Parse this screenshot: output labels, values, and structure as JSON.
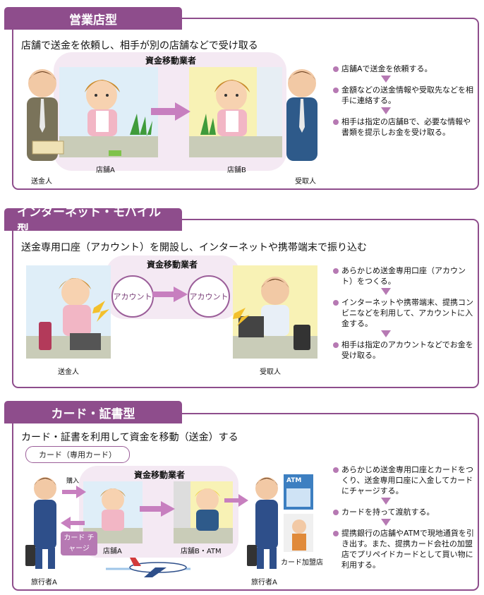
{
  "colors": {
    "accent": "#8e4d8c",
    "hub": "#f4e9f3",
    "bullet": "#b679b3"
  },
  "sections": [
    {
      "title": "営業店型",
      "subtitle": "店舗で送金を依頼し、相手が別の店舗などで受け取る",
      "hub_label": "資金移動業者",
      "labels": {
        "sender": "送金人",
        "store_a": "店舗A",
        "store_b": "店舗B",
        "receiver": "受取人"
      },
      "steps": [
        "店舗Aで送金を依頼する。",
        "金額などの送金情報や受取先などを相手に連絡する。",
        "相手は指定の店舗Bで、必要な情報や書類を提示しお金を受け取る。"
      ]
    },
    {
      "title": "インターネット・モバイル型",
      "subtitle": "送金専用口座（アカウント）を開設し、インターネットや携帯端末で振り込む",
      "hub_label": "資金移動業者",
      "labels": {
        "sender": "送金人",
        "account_1": "アカウント",
        "account_2": "アカウント",
        "receiver": "受取人"
      },
      "steps": [
        "あらかじめ送金専用口座（アカウント）をつくる。",
        "インターネットや携帯端末、提携コンビニなどを利用して、アカウントに入金する。",
        "相手は指定のアカウントなどでお金を受け取る。"
      ]
    },
    {
      "title": "カード・証書型",
      "subtitle": "カード・証書を利用して資金を移動（送金）する",
      "card_box": "カード（専用カード）",
      "hub_label": "資金移動業者",
      "labels": {
        "purchase": "購入",
        "card_charge": "カード チャージ",
        "store_a": "店舗A",
        "store_b_atm": "店舗B・ATM",
        "card_merchant": "カード加盟店",
        "traveler_1": "旅行者A",
        "traveler_2": "旅行者A",
        "atm_sign": "ATM"
      },
      "steps": [
        "あらかじめ送金専用口座とカードをつくり、送金専用口座に入金してカードにチャージする。",
        "カードを持って渡航する。",
        "提携銀行の店舗やATMで現地通貨を引き出す。また、提携カード会社の加盟店でプリペイドカードとして買い物に利用する。"
      ]
    }
  ]
}
